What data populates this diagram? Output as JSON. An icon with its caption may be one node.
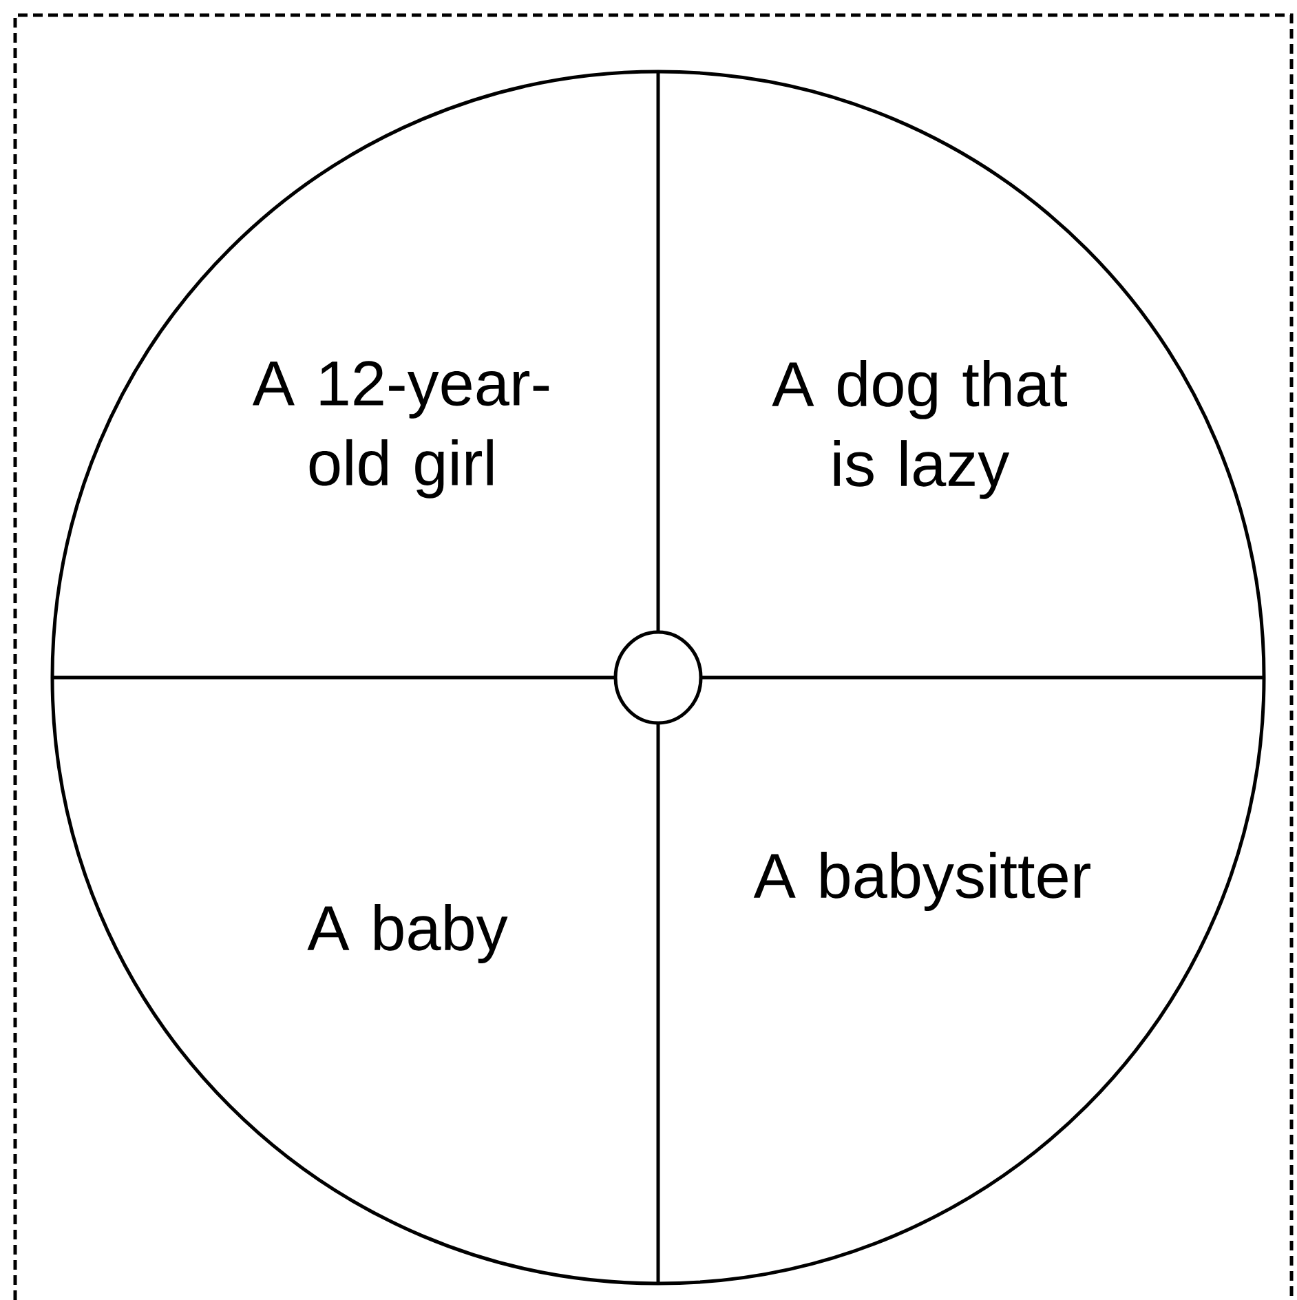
{
  "diagram": {
    "labels": [
      "A 12-year-old girl",
      "A dog that is lazy",
      "A baby",
      "A babysitter"
    ]
  }
}
